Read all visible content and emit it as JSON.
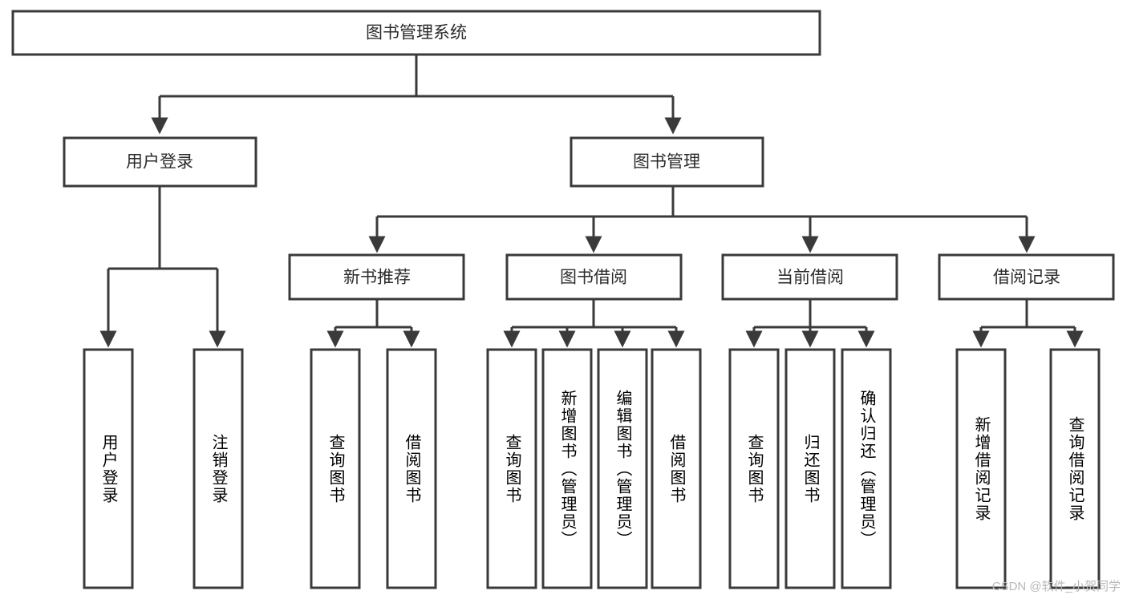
{
  "diagram": {
    "title": "图书管理系统",
    "type": "tree-hierarchy-chart",
    "watermark": "CSDN @软件_小贺同学",
    "colors": {
      "stroke": "#3a3a3a",
      "box_fill": "#ffffff",
      "text": "#2b2b2b",
      "background": "#ffffff",
      "watermark": "#b8b8b8"
    },
    "root": {
      "label": "图书管理系统"
    },
    "level1": [
      {
        "id": "user-login",
        "label": "用户登录"
      },
      {
        "id": "book-manage",
        "label": "图书管理"
      }
    ],
    "level2": [
      {
        "id": "new-book-recommend",
        "label": "新书推荐",
        "parent": "book-manage"
      },
      {
        "id": "book-borrow",
        "label": "图书借阅",
        "parent": "book-manage"
      },
      {
        "id": "current-borrow",
        "label": "当前借阅",
        "parent": "book-manage"
      },
      {
        "id": "borrow-record",
        "label": "借阅记录",
        "parent": "book-manage"
      }
    ],
    "leaves": [
      {
        "id": "leaf-user-login",
        "label": "用户登录",
        "parent": "user-login"
      },
      {
        "id": "leaf-user-logout",
        "label": "注销登录",
        "parent": "user-login"
      },
      {
        "id": "leaf-query-book-1",
        "label": "查询图书",
        "parent": "new-book-recommend"
      },
      {
        "id": "leaf-borrow-book-1",
        "label": "借阅图书",
        "parent": "new-book-recommend"
      },
      {
        "id": "leaf-query-book-2",
        "label": "查询图书",
        "parent": "book-borrow"
      },
      {
        "id": "leaf-add-book",
        "label": "新增图书（管理员）",
        "parent": "book-borrow"
      },
      {
        "id": "leaf-edit-book",
        "label": "编辑图书（管理员）",
        "parent": "book-borrow"
      },
      {
        "id": "leaf-borrow-book-2",
        "label": "借阅图书",
        "parent": "book-borrow"
      },
      {
        "id": "leaf-query-book-3",
        "label": "查询图书",
        "parent": "current-borrow"
      },
      {
        "id": "leaf-return-book",
        "label": "归还图书",
        "parent": "current-borrow"
      },
      {
        "id": "leaf-confirm-return",
        "label": "确认归还（管理员）",
        "parent": "current-borrow"
      },
      {
        "id": "leaf-add-record",
        "label": "新增借阅记录",
        "parent": "borrow-record"
      },
      {
        "id": "leaf-query-record",
        "label": "查询借阅记录",
        "parent": "borrow-record"
      }
    ]
  }
}
